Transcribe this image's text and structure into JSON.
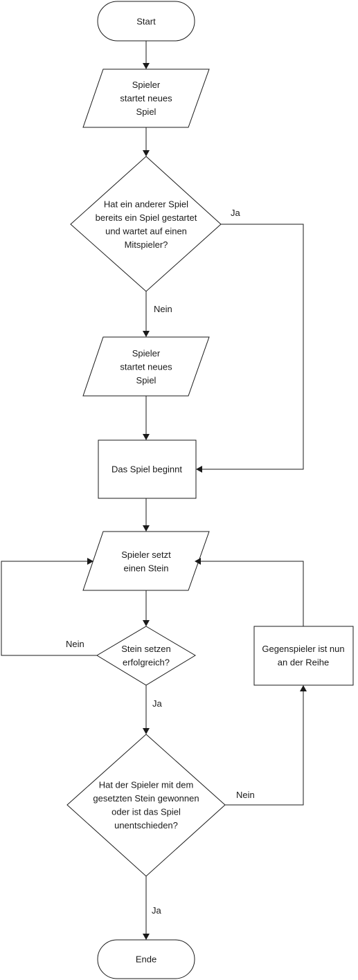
{
  "flowchart": {
    "nodes": {
      "start": {
        "lines": [
          "Start"
        ]
      },
      "input1": {
        "lines": [
          "Spieler",
          "startet neues",
          "Spiel"
        ]
      },
      "decision1": {
        "lines": [
          "Hat ein anderer Spiel",
          "bereits ein Spiel gestartet",
          "und wartet auf einen",
          "Mitspieler?"
        ]
      },
      "input2": {
        "lines": [
          "Spieler",
          "startet neues",
          "Spiel"
        ]
      },
      "process_begin": {
        "lines": [
          "Das Spiel beginnt"
        ]
      },
      "input3": {
        "lines": [
          "Spieler setzt",
          "einen Stein"
        ]
      },
      "decision2": {
        "lines": [
          "Stein setzen",
          "erfolgreich?"
        ]
      },
      "decision3": {
        "lines": [
          "Hat der Spieler mit dem",
          "gesetzten Stein gewonnen",
          "oder ist das Spiel",
          "unentschieden?"
        ]
      },
      "process_next": {
        "lines": [
          "Gegenspieler ist nun",
          "an der Reihe"
        ]
      },
      "end": {
        "lines": [
          "Ende"
        ]
      }
    },
    "edge_labels": {
      "d1_yes": "Ja",
      "d1_no": "Nein",
      "d2_no": "Nein",
      "d2_yes": "Ja",
      "d3_no": "Nein",
      "d3_yes": "Ja"
    }
  }
}
